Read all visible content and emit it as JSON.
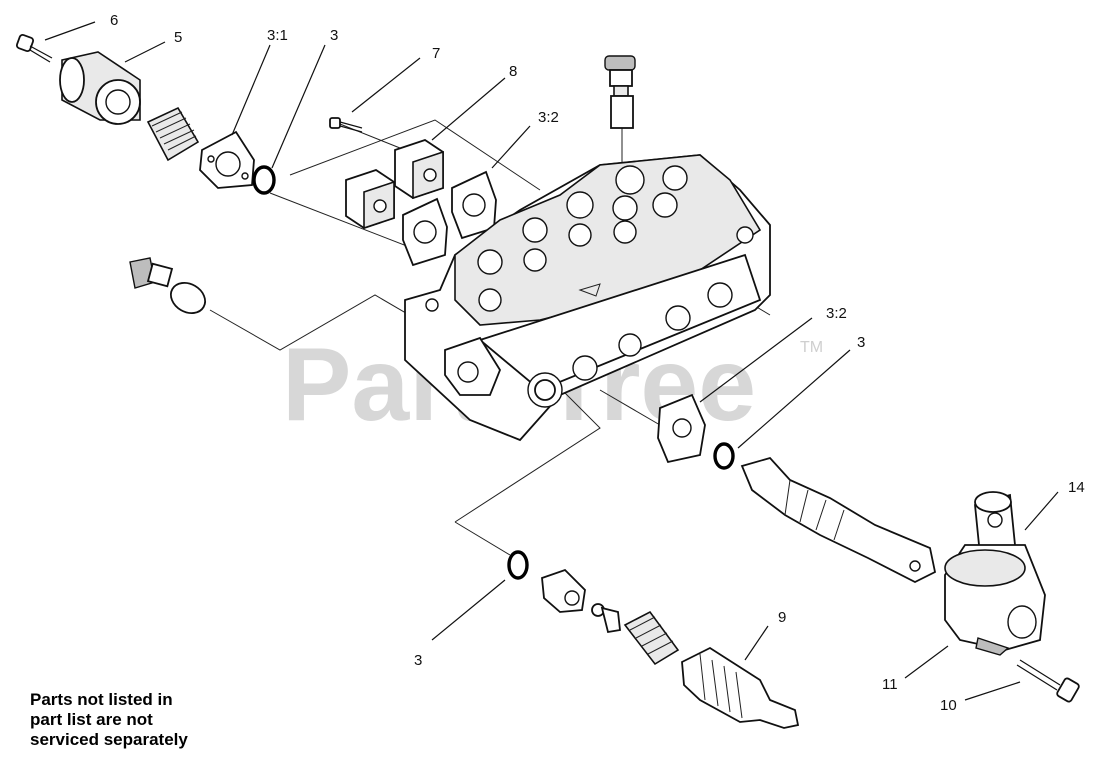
{
  "watermark": {
    "text": "PartsTree",
    "trademark": "TM"
  },
  "note": {
    "lines": [
      "Parts not listed in",
      "part list are not",
      "serviced separately"
    ]
  },
  "callouts": {
    "c6": "6",
    "c5": "5",
    "c3_1": "3:1",
    "c3_top": "3",
    "c7": "7",
    "c8": "8",
    "c3_2_top": "3:2",
    "c3_2_right": "3:2",
    "c3_right": "3",
    "c14": "14",
    "c9": "9",
    "c3_bottom": "3",
    "c11": "11",
    "c10": "10"
  }
}
